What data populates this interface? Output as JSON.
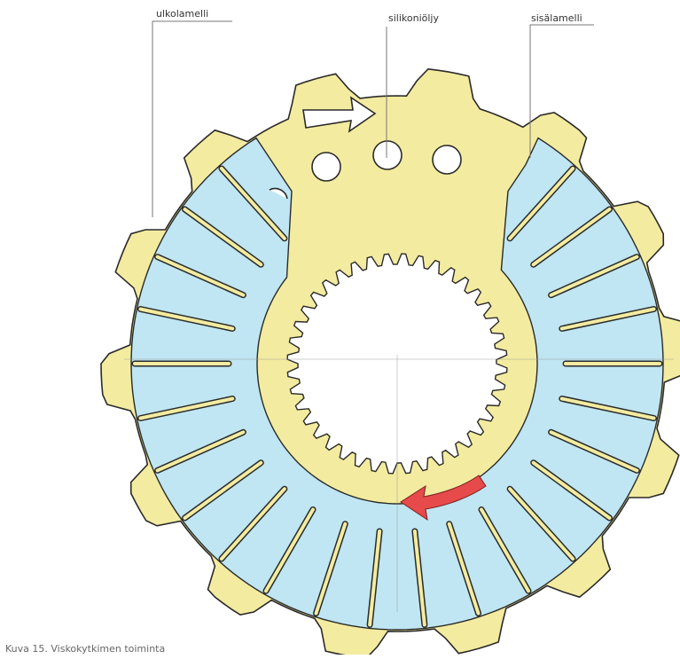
{
  "labels": {
    "outer_plate": "ulkolamelli",
    "silicone_oil": "silikoniöljy",
    "inner_plate": "sisälamelli"
  },
  "caption": "Kuva 15. Viskokytkimen toiminta",
  "colors": {
    "outer_plate": "#f3eba0",
    "inner_plate": "#bfe6f2",
    "rotation_arrow_red": "#e64a4a",
    "rotation_arrow_white": "#ffffff",
    "outline": "#2a2a2a"
  },
  "icons": {
    "top_arrow": "arrow-right-icon",
    "bottom_arrow": "curved-arrow-left-icon"
  }
}
